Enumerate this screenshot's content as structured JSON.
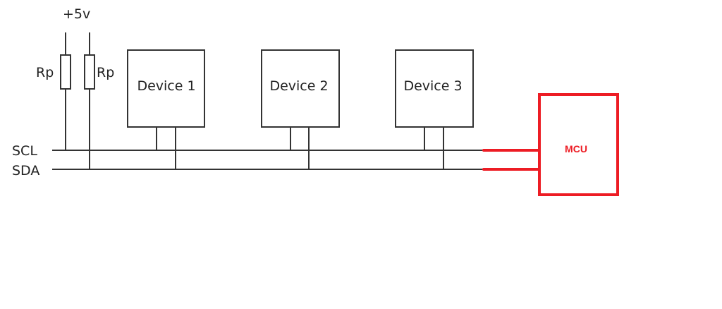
{
  "supply_label": "+5v",
  "resistors": [
    {
      "label": "Rp"
    },
    {
      "label": "Rp"
    }
  ],
  "bus": {
    "scl_label": "SCL",
    "sda_label": "SDA"
  },
  "devices": [
    {
      "label": "Device 1"
    },
    {
      "label": "Device 2"
    },
    {
      "label": "Device 3"
    }
  ],
  "mcu": {
    "label": "MCU"
  },
  "colors": {
    "line": "#333333",
    "mcu": "#ed1c24"
  }
}
